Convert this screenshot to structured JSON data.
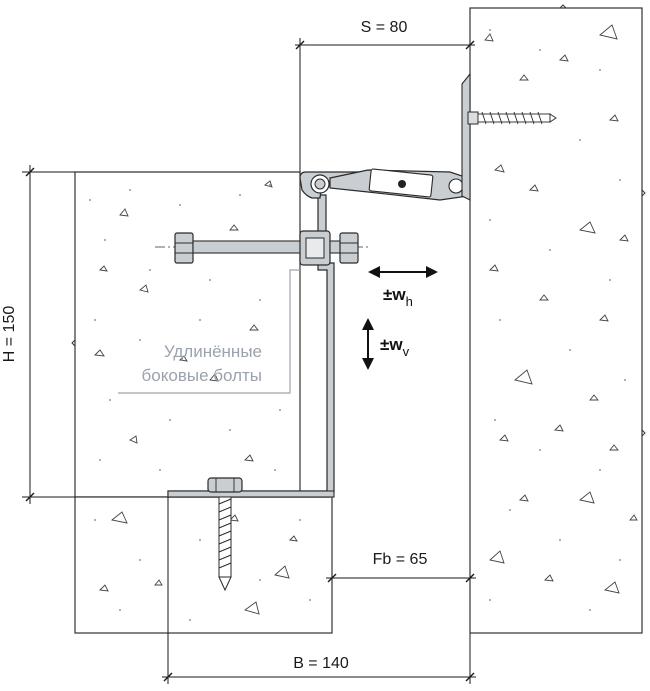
{
  "dimensions": {
    "s": "S = 80",
    "h": "H = 150",
    "fb": "Fb = 65",
    "b": "B = 140"
  },
  "callout": {
    "line1": "Удлинённые",
    "line2": "боковые болты"
  },
  "motion": {
    "horizontal_main": "±w",
    "horizontal_sub": "h",
    "vertical_main": "±w",
    "vertical_sub": "v"
  },
  "colors": {
    "concrete_fill": "#ffffff",
    "concrete_stroke": "#333333",
    "profile_fill": "#c9ced3",
    "profile_stroke": "#2a2a2a",
    "callout_color": "#9aa3ad",
    "dim_line": "#1a1a1a"
  }
}
